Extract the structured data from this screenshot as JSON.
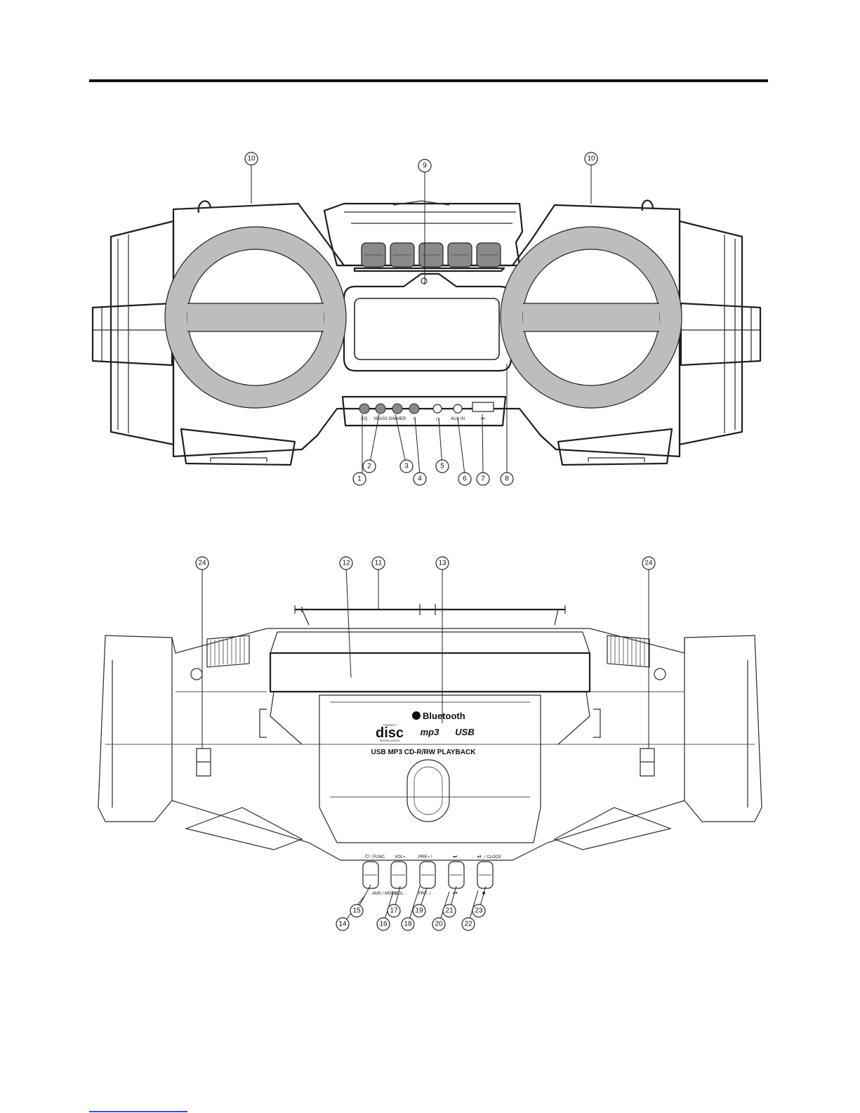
{
  "front_view": {
    "callouts": [
      "1",
      "2",
      "3",
      "4",
      "5",
      "6",
      "7",
      "8",
      "9",
      "10",
      "10"
    ],
    "jack_labels": {
      "eq": "EQ",
      "xbass": "XBASS",
      "dimmer": "DIMMER",
      "aux_in": "AUX IN"
    }
  },
  "rear_view": {
    "callouts": [
      "11",
      "12",
      "13",
      "14",
      "15",
      "16",
      "17",
      "18",
      "19",
      "20",
      "21",
      "22",
      "23",
      "24",
      "24"
    ],
    "lid_text": {
      "bluetooth": "Bluetooth",
      "format_line": "USB MP3 CD-R/RW PLAYBACK",
      "disc_logo": "disc",
      "disc_logo_top": "COMPACT",
      "disc_logo_bottom": "DIGITAL AUDIO",
      "mp3_logo": "mp3",
      "usb_logo": "USB"
    },
    "button_labels": {
      "func": "/ FUNC.",
      "ams_mode": "AMS / MODE",
      "vol_up": "VOL+",
      "vol_down": "VOL-",
      "pre_up": "PRE+ /",
      "pre_down": "PRE- /",
      "clock": "/ CLOCK"
    }
  },
  "colors": {
    "speaker_grille": "#bdbdbd",
    "button_fill": "#8a8a8a",
    "line": "#1e1e1e"
  }
}
